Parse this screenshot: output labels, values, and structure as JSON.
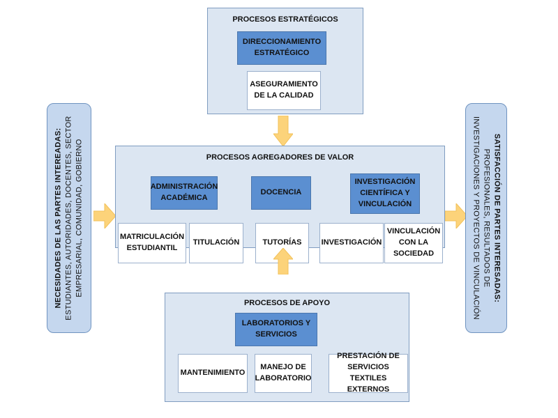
{
  "strategic": {
    "title": "PROCESOS ESTRATÉGICOS",
    "direccionamiento": "DIRECCIONAMIENTO ESTRATÉGICO",
    "aseguramiento": "ASEGURAMIENTO DE LA CALIDAD"
  },
  "value": {
    "title": "PROCESOS AGREGADORES DE VALOR",
    "administracion": "ADMINISTRACIÓN ACADÉMICA",
    "docencia": "DOCENCIA",
    "investigacion_vinculacion": "INVESTIGACIÓN CIENTÍFICA Y VINCULACIÓN",
    "matriculacion": "MATRICULACIÓN ESTUDIANTIL",
    "titulacion": "TITULACIÓN",
    "tutorias": "TUTORÍAS",
    "investigacion": "INVESTIGACIÓN",
    "vinculacion_sociedad": "VINCULACIÓN CON LA SOCIEDAD"
  },
  "support": {
    "title": "PROCESOS DE APOYO",
    "laboratorios": "LABORATORIOS Y SERVICIOS",
    "mantenimiento": "MANTENIMIENTO",
    "manejo": "MANEJO DE LABORATORIO",
    "prestacion": "PRESTACIÓN DE SERVICIOS TEXTILES EXTERNOS"
  },
  "left_panel": {
    "heading": "NECESIDADES DE LAS PARTES INTEREADAS:",
    "body": "ESTUDIANTES, AUTORIDADES, DOCENTES, SECTOR EMPRESARIAL, COMUNIDAD, GOBIERNO"
  },
  "right_panel": {
    "heading": "SATISFACCIÓN DE PARTES INTERESADAS:",
    "body": "PROFESIONALES, RESULTADOS DE INVESTIGACIONES Y PROYECTOS DE VINCULACIÓN"
  },
  "colors": {
    "panel_fill": "#dce6f2",
    "dark_box": "#5b8fd1",
    "arrow": "#fcd37a"
  }
}
